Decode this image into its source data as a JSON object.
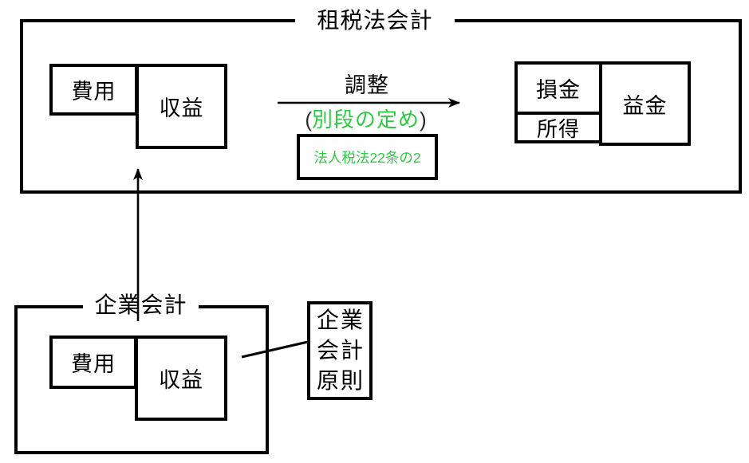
{
  "colors": {
    "accent_green": "#2dca43",
    "line_black": "#000000"
  },
  "tax_section": {
    "title": "租税法会計",
    "expense": "費用",
    "revenue": "収益",
    "deductible": "損金",
    "gross_profit": "益金",
    "income": "所得",
    "adjustment": {
      "label": "調整",
      "paren_open": "(",
      "note": "別段の定め",
      "paren_close": ")",
      "law_reference": "法人税法22条の2"
    }
  },
  "corporate_section": {
    "title": "企業会計",
    "expense": "費用",
    "revenue": "収益"
  },
  "principles_box": {
    "lines": [
      "企業",
      "会計",
      "原則"
    ]
  }
}
